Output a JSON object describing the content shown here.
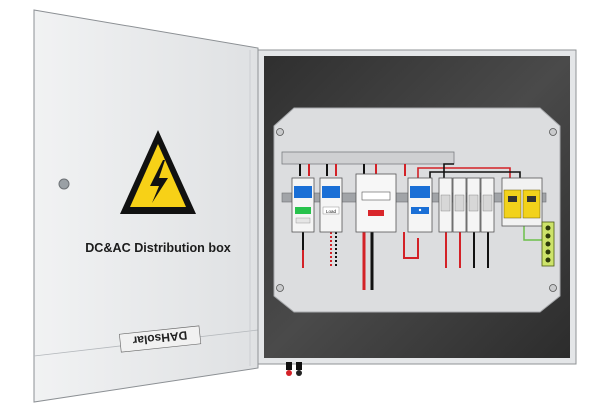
{
  "door": {
    "title": "DC&AC Distribution box",
    "logo_text": "DAHsolar",
    "warning_icon": "high-voltage-warning-icon"
  },
  "breakers": {
    "dc_input_label": "",
    "dc_load_label": "Load",
    "meter_label": "",
    "ac_main_label": "",
    "colors": {
      "green_tag": "#27c24c",
      "blue_body": "#1a6fd6",
      "red_tag": "#d9262b",
      "spd_yellow": "#f2d21b"
    }
  },
  "colors": {
    "door": "#e6e8ea",
    "panel_dark": "#3a3a3a",
    "mount_plate": "#d9dadc",
    "din_rail": "#9a9ea3",
    "red_wire": "#d32127",
    "black_wire": "#111111",
    "ground_green": "#6cc04a"
  }
}
